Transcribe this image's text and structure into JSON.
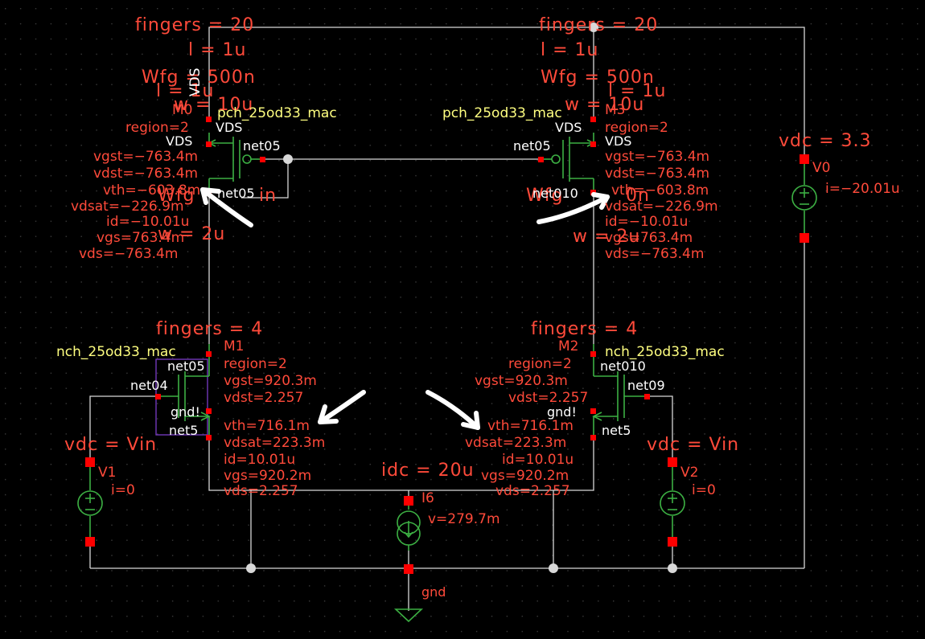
{
  "colors": {
    "background": "#000000",
    "wire": "#d8d8d8",
    "annotation": "#ff4a3a",
    "model": "#ffff80",
    "pin": "#ff0000",
    "symbol": "#3cb043",
    "net_label": "#ffffff",
    "selection": "#7a3cc8"
  },
  "pmos_left": {
    "instance": "M0",
    "model": "pch_25od33_mac",
    "fingers": "fingers = 20",
    "l": "l = 1u",
    "wfg": "Wfg = 500n",
    "l_overlap": "l = 1u",
    "w_overlap": "w = 10u",
    "w_bottom": "w = 2u",
    "wfg_overlap": "Wfg",
    "vds_rotated": "VDS",
    "vds_label": "VDS",
    "vds_label2": "VDS",
    "region": "region=2",
    "vgst": "vgst=−763.4m",
    "vdst": "vdst=−763.4m",
    "vth": "vth=−603.8m",
    "vdsat": "vdsat=−226.9m",
    "id": "id=−10.01u",
    "vgs": "vgs=763.4m",
    "vds": "vds=−763.4m",
    "gate_net": "net05",
    "drain_net": "net05",
    "extra": "in"
  },
  "pmos_right": {
    "instance": "M3",
    "model": "pch_25od33_mac",
    "fingers": "fingers = 20",
    "l": "l = 1u",
    "wfg": "Wfg = 500n",
    "l_overlap": "l = 1u",
    "w_overlap": "w = 10u",
    "w_bottom": "w = 2u",
    "wfg_overlap": "Wfg",
    "vds_label": "VDS",
    "vds_label2": "VDS",
    "region": "region=2",
    "vgst": "vgst=−763.4m",
    "vdst": "vdst=−763.4m",
    "vth": "vth=−603.8m",
    "vdsat": "vdsat=−226.9m",
    "id": "id=−10.01u",
    "vgs": "vgs=763.4m",
    "vds": "vds=−763.4m",
    "gate_net": "net05",
    "drain_net": "net010",
    "extra": "0n"
  },
  "nmos_left": {
    "instance": "M1",
    "model": "nch_25od33_mac",
    "fingers": "fingers = 4",
    "region": "region=2",
    "vgst": "vgst=920.3m",
    "vdst": "vdst=2.257",
    "vth": "vth=716.1m",
    "vdsat": "vdsat=223.3m",
    "id": "id=10.01u",
    "vgs": "vgs=920.2m",
    "vds": "vds=2.257",
    "drain_net": "net05",
    "gate_net": "net04",
    "bulk_net": "gnd!",
    "source_net": "net5"
  },
  "nmos_right": {
    "instance": "M2",
    "model": "nch_25od33_mac",
    "fingers": "fingers = 4",
    "region": "region=2",
    "vgst": "vgst=920.3m",
    "vdst": "vdst=2.257",
    "vth": "vth=716.1m",
    "vdsat": "vdsat=223.3m",
    "id": "id=10.01u",
    "vgs": "vgs=920.2m",
    "vds": "vds=2.257",
    "drain_net": "net010",
    "gate_net": "net09",
    "bulk_net": "gnd!",
    "source_net": "net5"
  },
  "v0": {
    "name": "V0",
    "value": "vdc = 3.3",
    "current": "i=−20.01u"
  },
  "v1": {
    "name": "V1",
    "value": "vdc = Vin",
    "current": "i=0"
  },
  "v2": {
    "name": "V2",
    "value": "vdc = Vin",
    "current": "i=0"
  },
  "i6": {
    "name": "I6",
    "value": "idc = 20u",
    "voltage": "v=279.7m"
  },
  "gnd": {
    "label": "gnd"
  }
}
